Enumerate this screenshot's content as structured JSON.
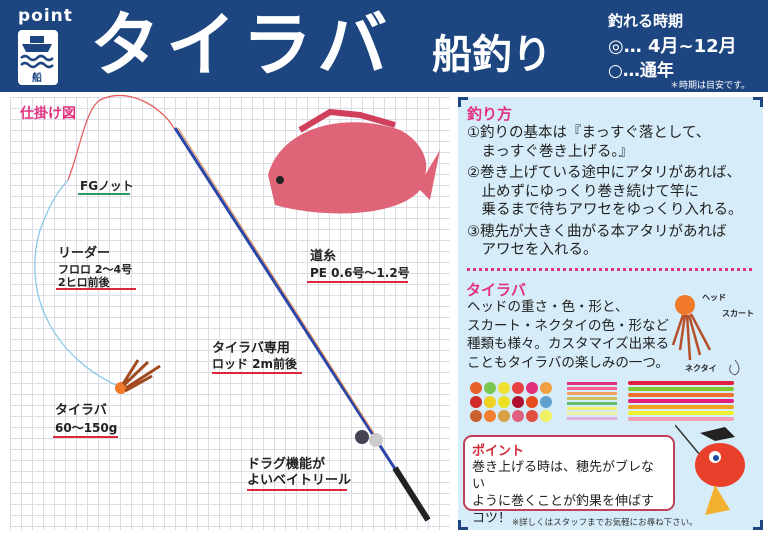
{
  "header": {
    "logo": "point",
    "boat_label": "船",
    "title": "タイラバ",
    "subtitle": "船釣り",
    "season_title": "釣れる時期",
    "season_best": "◎… 4月~12月",
    "season_all": "○…通年",
    "season_note": "＊時期は目安です。"
  },
  "diagram": {
    "heading": "仕掛け図",
    "fg_knot": "FGノット",
    "leader_title": "リーダー",
    "leader_line1": "フロロ 2～4号",
    "leader_line2": "2ヒロ前後",
    "mainline_title": "道糸",
    "mainline_spec": "PE 0.6号～1.2号",
    "rod_title": "タイラバ専用",
    "rod_spec": "ロッド 2m前後",
    "lure_title": "タイラバ",
    "lure_spec": "60～150g",
    "reel_line1": "ドラグ機能が",
    "reel_line2": "よいベイトリール"
  },
  "howto": {
    "heading": "釣り方",
    "steps": [
      "①釣りの基本は『まっすぐ落として、",
      "　まっすぐ巻き上げる。』",
      "②巻き上げている途中にアタリがあれば、",
      "　止めずにゆっくり巻き続けて竿に",
      "　乗るまで待ちアワセをゆっくり入れる。",
      "③穂先が大きく曲がる本アタリがあれば",
      "　アワセを入れる。"
    ]
  },
  "tairaba": {
    "heading": "タイラバ",
    "text": [
      "ヘッドの重さ・色・形と、",
      "スカート・ネクタイの色・形など",
      "種類も様々。カスタマイズ出来る",
      "こともタイラバの楽しみの一つ。"
    ],
    "part_head": "ヘッド",
    "part_skirt": "スカート",
    "part_necktie": "ネクタイ"
  },
  "point": {
    "heading": "ポイント",
    "text": [
      "巻き上げる時は、穂先がブレない",
      "ように巻くことが釣果を伸ばす",
      "コツ！"
    ]
  },
  "footnote": "※詳しくはスタッフまでお気軽にお尋ね下さい。",
  "colors": {
    "header": "#1d4681",
    "accent": "#e2337f",
    "panel": "#d6ecf8"
  }
}
